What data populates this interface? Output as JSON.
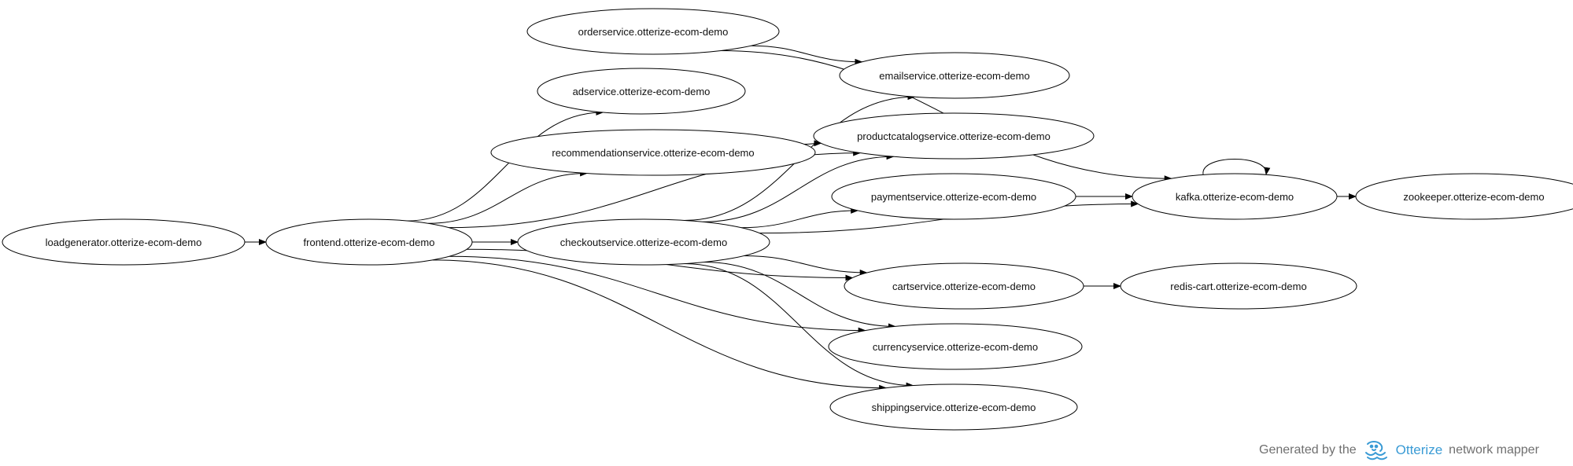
{
  "graph": {
    "nodes": [
      {
        "id": "loadgenerator",
        "label": "loadgenerator.otterize-ecom-demo"
      },
      {
        "id": "frontend",
        "label": "frontend.otterize-ecom-demo"
      },
      {
        "id": "orderservice",
        "label": "orderservice.otterize-ecom-demo"
      },
      {
        "id": "adservice",
        "label": "adservice.otterize-ecom-demo"
      },
      {
        "id": "recommendationservice",
        "label": "recommendationservice.otterize-ecom-demo"
      },
      {
        "id": "checkoutservice",
        "label": "checkoutservice.otterize-ecom-demo"
      },
      {
        "id": "emailservice",
        "label": "emailservice.otterize-ecom-demo"
      },
      {
        "id": "productcatalogservice",
        "label": "productcatalogservice.otterize-ecom-demo"
      },
      {
        "id": "paymentservice",
        "label": "paymentservice.otterize-ecom-demo"
      },
      {
        "id": "cartservice",
        "label": "cartservice.otterize-ecom-demo"
      },
      {
        "id": "currencyservice",
        "label": "currencyservice.otterize-ecom-demo"
      },
      {
        "id": "shippingservice",
        "label": "shippingservice.otterize-ecom-demo"
      },
      {
        "id": "kafka",
        "label": "kafka.otterize-ecom-demo"
      },
      {
        "id": "redis-cart",
        "label": "redis-cart.otterize-ecom-demo"
      },
      {
        "id": "zookeeper",
        "label": "zookeeper.otterize-ecom-demo"
      }
    ],
    "edges": [
      {
        "from": "loadgenerator",
        "to": "frontend"
      },
      {
        "from": "frontend",
        "to": "adservice"
      },
      {
        "from": "frontend",
        "to": "recommendationservice"
      },
      {
        "from": "frontend",
        "to": "productcatalogservice"
      },
      {
        "from": "frontend",
        "to": "checkoutservice"
      },
      {
        "from": "frontend",
        "to": "cartservice"
      },
      {
        "from": "frontend",
        "to": "currencyservice"
      },
      {
        "from": "frontend",
        "to": "shippingservice"
      },
      {
        "from": "orderservice",
        "to": "emailservice"
      },
      {
        "from": "orderservice",
        "to": "kafka"
      },
      {
        "from": "recommendationservice",
        "to": "productcatalogservice"
      },
      {
        "from": "checkoutservice",
        "to": "emailservice"
      },
      {
        "from": "checkoutservice",
        "to": "productcatalogservice"
      },
      {
        "from": "checkoutservice",
        "to": "paymentservice"
      },
      {
        "from": "checkoutservice",
        "to": "kafka"
      },
      {
        "from": "checkoutservice",
        "to": "cartservice"
      },
      {
        "from": "checkoutservice",
        "to": "currencyservice"
      },
      {
        "from": "checkoutservice",
        "to": "shippingservice"
      },
      {
        "from": "paymentservice",
        "to": "kafka"
      },
      {
        "from": "kafka",
        "to": "kafka"
      },
      {
        "from": "kafka",
        "to": "zookeeper"
      },
      {
        "from": "cartservice",
        "to": "redis-cart"
      }
    ]
  },
  "footer": {
    "prefix": "Generated by the",
    "brand": "Otterize",
    "suffix": "network mapper",
    "logo_icon": "otter-logo-icon",
    "brand_color": "#3a9bd5",
    "text_color": "#6f6f6f"
  }
}
